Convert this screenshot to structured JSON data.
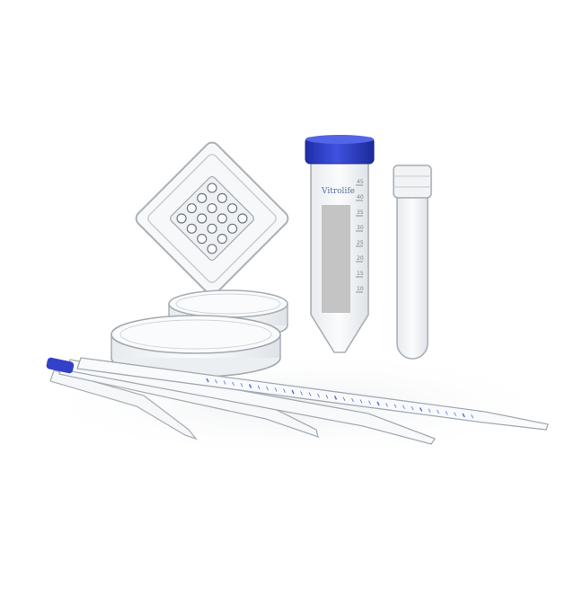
{
  "tube50": {
    "brand": "Vitrolife",
    "cap_color": "#2c3fd0",
    "label_color": "#c4c4c4",
    "graduations": [
      "45",
      "40",
      "35",
      "30",
      "25",
      "20",
      "15",
      "10"
    ]
  },
  "pipette": {
    "tip_color": "#3340c8",
    "mark_color": "#5566dd"
  },
  "colors": {
    "plastic_edge": "#bcc2c8",
    "plastic_fill": "#f4f6f8"
  }
}
